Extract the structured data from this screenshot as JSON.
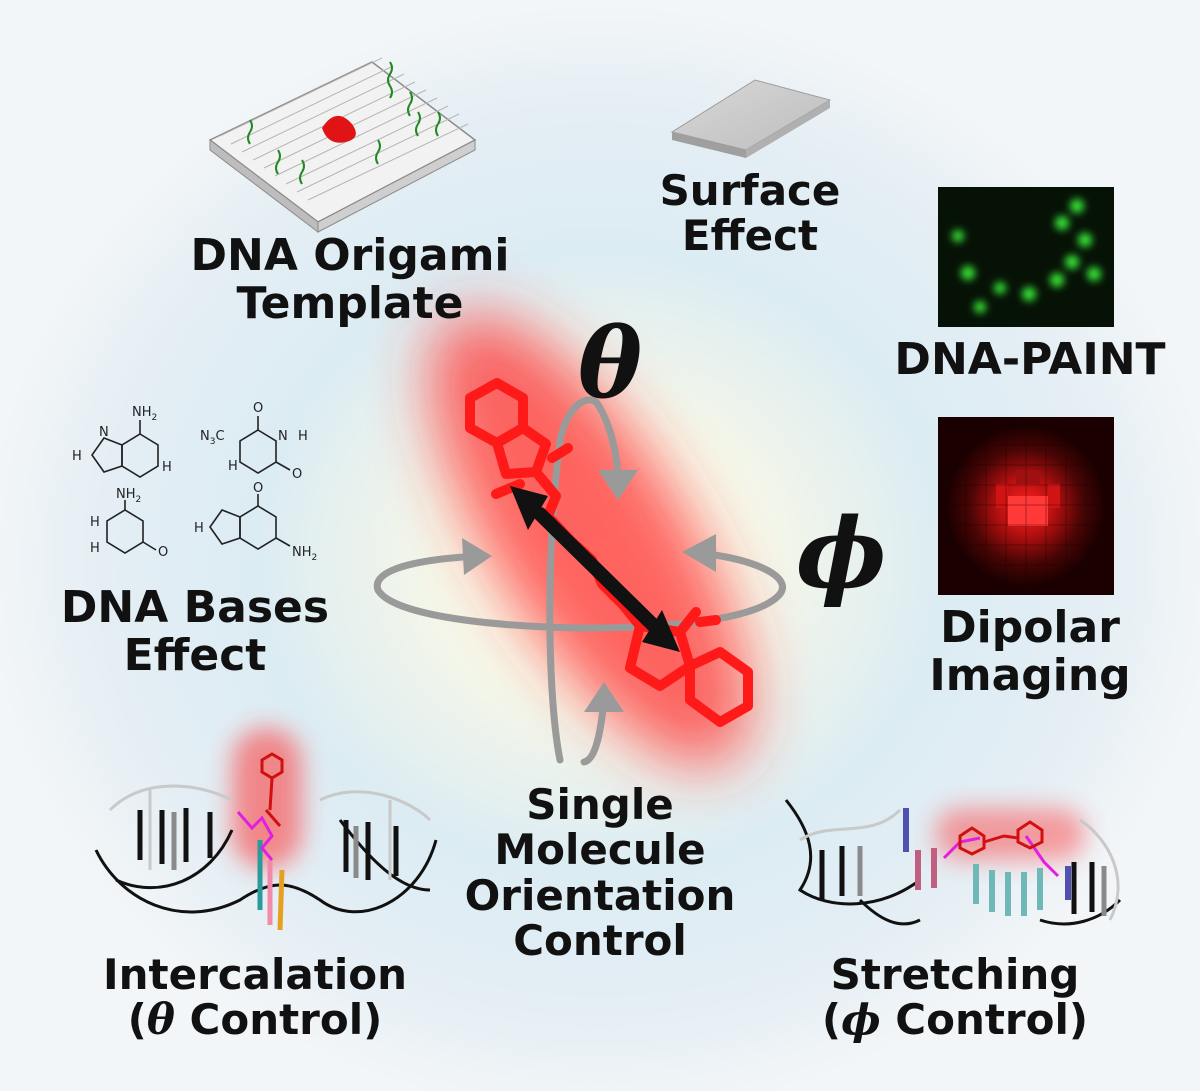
{
  "labels": {
    "origami_1": "DNA Origami",
    "origami_2": "Template",
    "surface_1": "Surface",
    "surface_2": "Effect",
    "paint": "DNA-PAINT",
    "bases_1": "DNA Bases",
    "bases_2": "Effect",
    "dipolar_1": "Dipolar",
    "dipolar_2": "Imaging",
    "single_1": "Single",
    "single_2": "Molecule",
    "single_3": "Orientation",
    "single_4": "Control",
    "inter_1": "Intercalation",
    "inter_2_open": "(",
    "inter_2_sym": "θ",
    "inter_2_rest": " Control)",
    "stretch_1": "Stretching",
    "stretch_2_open": "(",
    "stretch_2_sym": "ϕ",
    "stretch_2_rest": " Control)"
  },
  "symbols": {
    "theta": "θ",
    "phi": "ϕ"
  },
  "chem": {
    "nh2": "NH",
    "two": "2",
    "h": "H",
    "n": "N",
    "o": "O",
    "n3": "N",
    "three": "3",
    "c": "C"
  },
  "colors": {
    "molecule": "#ff1a1a",
    "glow": "#ff3030",
    "arrow": "#9a9a9a",
    "paint_spots": "#38e838",
    "dipolar": "#d01010",
    "magenta": "#e020e0"
  }
}
